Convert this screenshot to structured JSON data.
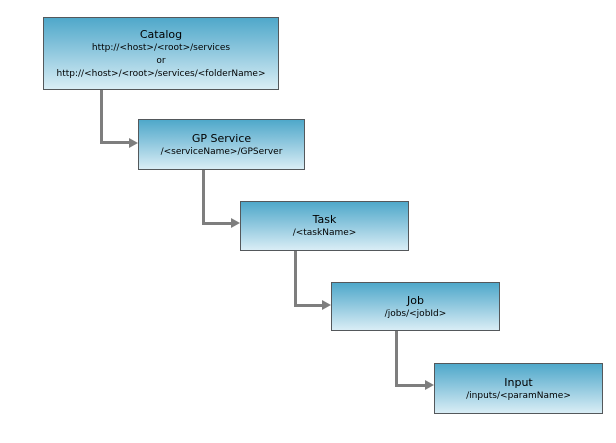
{
  "diagram": {
    "description": "REST resource hierarchy for a geoprocessing service",
    "colors": {
      "box_gradient_top": "#4fa8ca",
      "box_gradient_bottom": "#d9edf5",
      "box_border": "#54585b",
      "connector": "#7e7e7e",
      "text": "#000000",
      "background": "#ffffff"
    },
    "nodes": [
      {
        "id": "catalog",
        "title": "Catalog",
        "lines": [
          "http://<host>/<root>/services",
          "or",
          "http://<host>/<root>/services/<folderName>"
        ]
      },
      {
        "id": "gp-service",
        "title": "GP Service",
        "lines": [
          "/<serviceName>/GPServer"
        ]
      },
      {
        "id": "task",
        "title": "Task",
        "lines": [
          "/<taskName>"
        ]
      },
      {
        "id": "job",
        "title": "Job",
        "lines": [
          "/jobs/<jobId>"
        ]
      },
      {
        "id": "input",
        "title": "Input",
        "lines": [
          "/inputs/<paramName>"
        ]
      }
    ],
    "edges": [
      {
        "from": "catalog",
        "to": "gp-service"
      },
      {
        "from": "gp-service",
        "to": "task"
      },
      {
        "from": "task",
        "to": "job"
      },
      {
        "from": "job",
        "to": "input"
      }
    ]
  }
}
